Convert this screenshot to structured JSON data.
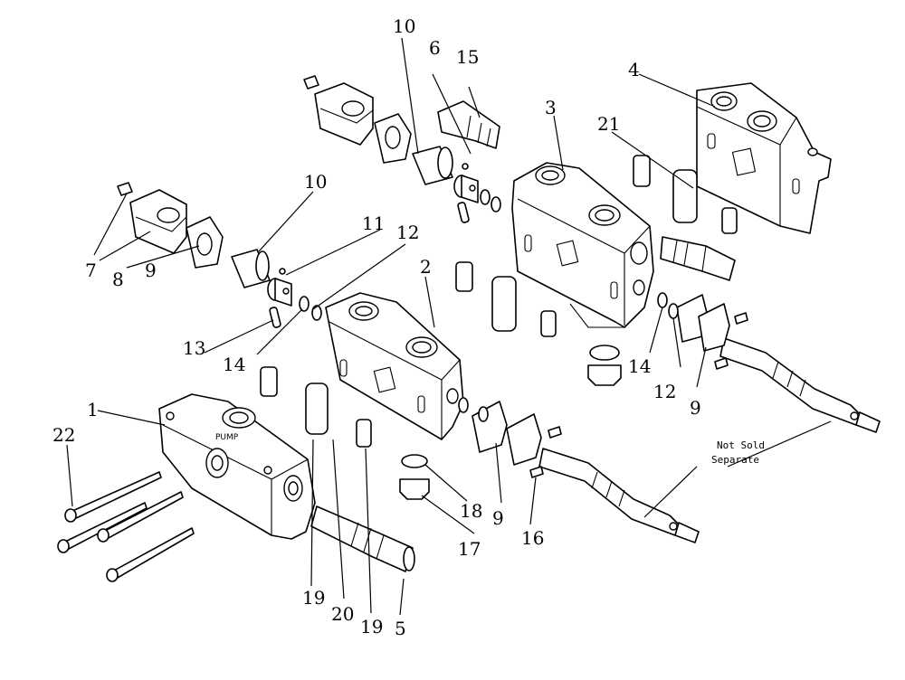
{
  "callouts": [
    {
      "id": "c1",
      "text": "1"
    },
    {
      "id": "c2",
      "text": "2"
    },
    {
      "id": "c3",
      "text": "3"
    },
    {
      "id": "c4",
      "text": "4"
    },
    {
      "id": "c5",
      "text": "5"
    },
    {
      "id": "c6",
      "text": "6"
    },
    {
      "id": "c7",
      "text": "7"
    },
    {
      "id": "c8",
      "text": "8"
    },
    {
      "id": "c9a",
      "text": "9"
    },
    {
      "id": "c9b",
      "text": "9"
    },
    {
      "id": "c9c",
      "text": "9"
    },
    {
      "id": "c10a",
      "text": "10"
    },
    {
      "id": "c10b",
      "text": "10"
    },
    {
      "id": "c11",
      "text": "11"
    },
    {
      "id": "c12a",
      "text": "12"
    },
    {
      "id": "c12b",
      "text": "12"
    },
    {
      "id": "c13",
      "text": "13"
    },
    {
      "id": "c14a",
      "text": "14"
    },
    {
      "id": "c14b",
      "text": "14"
    },
    {
      "id": "c15",
      "text": "15"
    },
    {
      "id": "c16",
      "text": "16"
    },
    {
      "id": "c17",
      "text": "17"
    },
    {
      "id": "c18",
      "text": "18"
    },
    {
      "id": "c19a",
      "text": "19"
    },
    {
      "id": "c19b",
      "text": "19"
    },
    {
      "id": "c20",
      "text": "20"
    },
    {
      "id": "c21",
      "text": "21"
    },
    {
      "id": "c22",
      "text": "22"
    }
  ],
  "note": {
    "line1": "Not Sold",
    "line2": "Separate"
  },
  "pump_stamp": "PUMP"
}
